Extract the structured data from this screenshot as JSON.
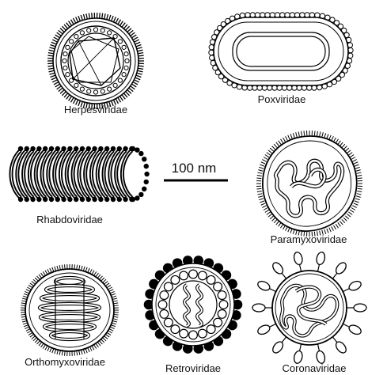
{
  "labels": {
    "herpes": "Herpesviridae",
    "pox": "Poxviridae",
    "rhabdo": "Rhabdoviridae",
    "paramyxo": "Paramyxoviridae",
    "orthomyxo": "Orthomyxoviridae",
    "retro": "Retroviridae",
    "corona": "Coronaviridae"
  },
  "scale_bar": {
    "label": "100 nm"
  }
}
